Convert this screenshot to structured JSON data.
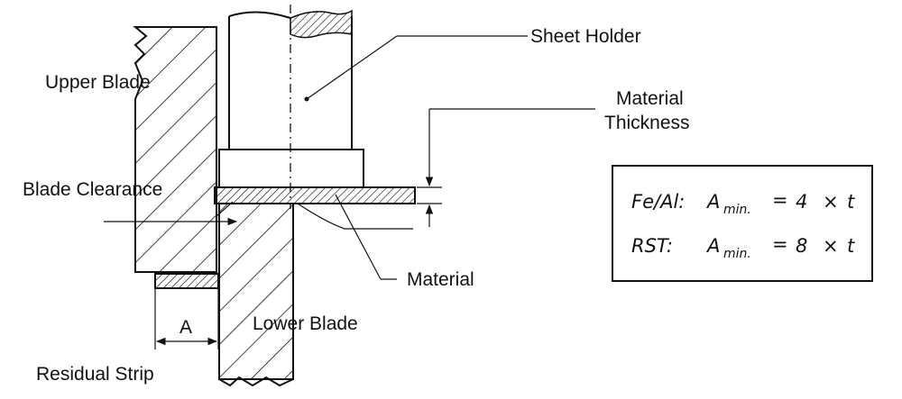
{
  "labels": {
    "sheet_holder": "Sheet Holder",
    "upper_blade": "Upper Blade",
    "material_thickness_line1": "Material",
    "material_thickness_line2": "Thickness",
    "blade_clearance": "Blade Clearance",
    "material": "Material",
    "lower_blade": "Lower Blade",
    "dimension_a": "A",
    "residual_strip": "Residual Strip"
  },
  "formula_box": {
    "row1": {
      "prefix": "Fe/Al:",
      "var": "A",
      "sub": "min.",
      "eq": "=",
      "factor": "4",
      "times": "×",
      "t": "t"
    },
    "row2": {
      "prefix": "RST:",
      "var": "A",
      "sub": "min.",
      "eq": "=",
      "factor": "8",
      "times": "×",
      "t": "t"
    }
  }
}
